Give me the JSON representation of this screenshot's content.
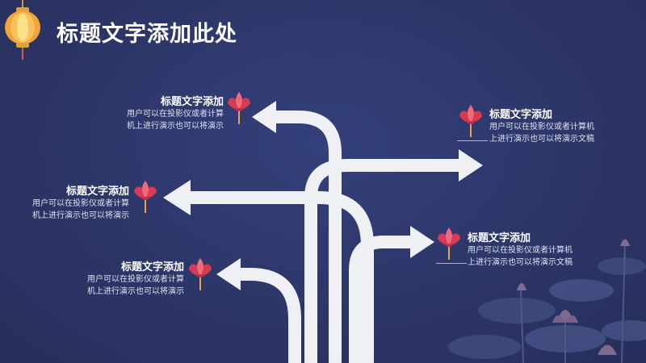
{
  "title": "标题文字添加此处",
  "blocks": [
    {
      "heading": "标题文字添加",
      "line1": "用户可以在投影仪或者计算",
      "line2": "机上进行演示也可以将演示"
    },
    {
      "heading": "标题文字添加",
      "line1": "用户可以在投影仪或者计算",
      "line2": "机上进行演示也可以将演示"
    },
    {
      "heading": "标题文字添加",
      "line1": "用户可以在投影仪或者计算",
      "line2": "机上进行演示也可以将演示"
    },
    {
      "heading": "标题文字添加",
      "line1": "用户可以在投影仪或者计算机",
      "line2": "上进行演示也可以将演示文稿"
    },
    {
      "heading": "标题文字添加",
      "line1": "用户可以在投影仪或者计算机",
      "line2": "上进行演示也可以将演示文稿"
    }
  ],
  "colors": {
    "background": "#2c3566",
    "arrow": "#eef0f4",
    "lotus": "#e24a5f"
  },
  "icons": [
    "lantern-icon",
    "lotus-icon"
  ]
}
